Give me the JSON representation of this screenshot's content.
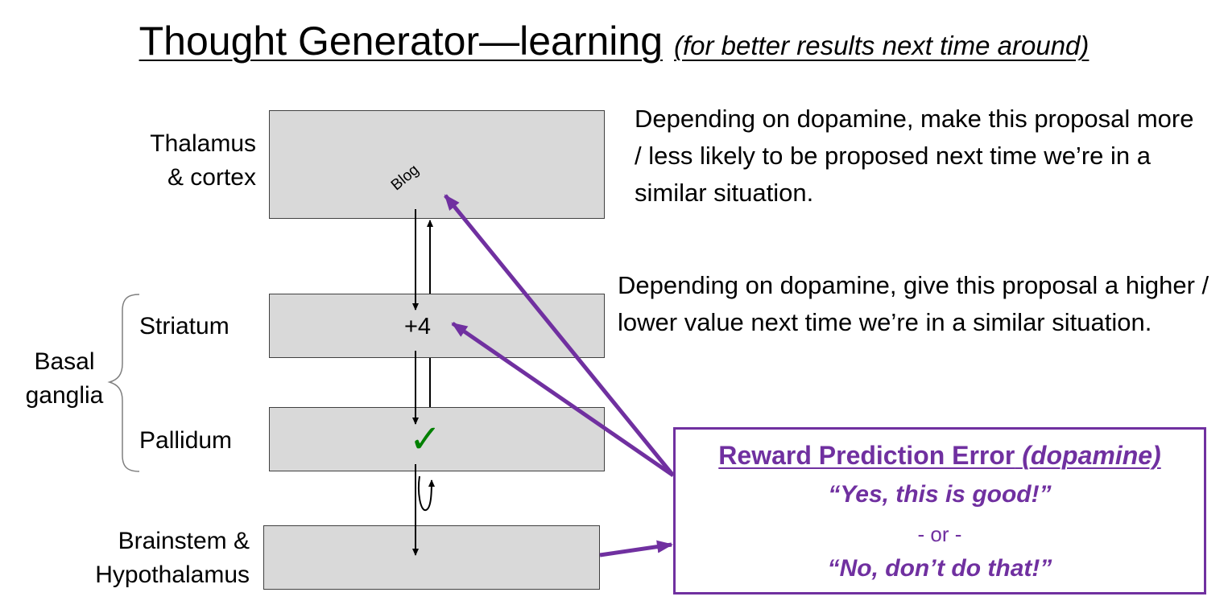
{
  "title": {
    "main": "Thought Generator—learning",
    "sub": "(for better results next time around)"
  },
  "regions": {
    "thalamus_cortex": {
      "line1": "Thalamus",
      "line2": "& cortex"
    },
    "basal_ganglia": {
      "line1": "Basal",
      "line2": "ganglia"
    },
    "striatum": "Striatum",
    "pallidum": "Pallidum",
    "brainstem": {
      "line1": "Brainstem &",
      "line2": "Hypothalamus"
    }
  },
  "box_content": {
    "cortex_proposal": "Blog",
    "striatum_value": "+4",
    "pallidum_mark": "✓"
  },
  "descriptions": {
    "cortex": "Depending on dopamine, make this proposal more / less likely to be proposed next time we’re in a similar situation.",
    "striatum": "Depending on dopamine, give this proposal a higher / lower value next time we’re in a similar situation."
  },
  "rpe": {
    "title": "Reward Prediction Error",
    "title_paren": "(dopamine)",
    "yes": "“Yes, this is good!”",
    "or": "- or -",
    "no": "“No, don’t do that!”"
  },
  "colors": {
    "accent_purple": "#7030a0",
    "check_green": "#008000",
    "box_fill": "#d9d9d9"
  }
}
